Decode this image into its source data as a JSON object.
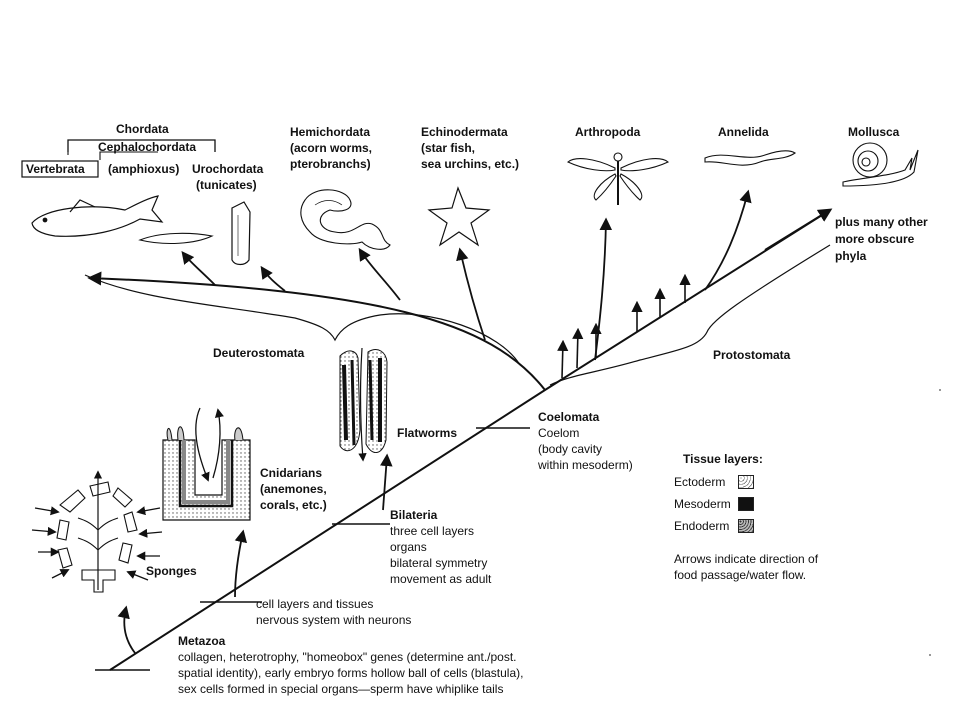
{
  "labels": {
    "chordata": "Chordata",
    "cephalochordata": "Cephalochordata",
    "amphioxus": "(amphioxus)",
    "vertebrata": "Vertebrata",
    "urochordata": "Urochordata",
    "tunicates": "(tunicates)",
    "hemichordata": "Hemichordata",
    "hemichordata_sub1": "(acorn worms,",
    "hemichordata_sub2": "pterobranchs)",
    "echinodermata": "Echinodermata",
    "echinodermata_sub1": "(star fish,",
    "echinodermata_sub2": "sea urchins, etc.)",
    "arthropoda": "Arthropoda",
    "annelida": "Annelida",
    "mollusca": "Mollusca",
    "other_1": "plus many other",
    "other_2": "more obscure",
    "other_3": "phyla",
    "deuterostomata": "Deuterostomata",
    "protostomata": "Protostomata",
    "flatworms": "Flatworms",
    "coelomata": "Coelomata",
    "coelomata_1": "Coelom",
    "coelomata_2": "(body cavity",
    "coelomata_3": "within mesoderm)",
    "cnidarians_1": "Cnidarians",
    "cnidarians_2": "(anemones,",
    "cnidarians_3": "corals, etc.)",
    "bilateria": "Bilateria",
    "bilateria_1": "three cell layers",
    "bilateria_2": "organs",
    "bilateria_3": "bilateral symmetry",
    "bilateria_4": "movement as adult",
    "sponges": "Sponges",
    "tissues_1": "cell layers and tissues",
    "tissues_2": "nervous system with neurons",
    "metazoa": "Metazoa",
    "metazoa_1": "collagen, heterotrophy, \"homeobox\" genes (determine ant./post.",
    "metazoa_2": "spatial identity), early embryo forms hollow ball of cells (blastula),",
    "metazoa_3": "sex cells formed in special organs—sperm have whiplike tails"
  },
  "legend": {
    "title": "Tissue layers:",
    "ectoderm": "Ectoderm",
    "mesoderm": "Mesoderm",
    "endoderm": "Endoderm",
    "note_1": "Arrows indicate direction of",
    "note_2": "food passage/water flow."
  }
}
